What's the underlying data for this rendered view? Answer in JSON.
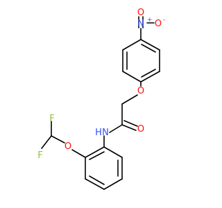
{
  "molecule": {
    "atoms": {
      "nitro_n": {
        "symbol": "N",
        "charge": "+",
        "color": "#3050F8"
      },
      "nitro_o_top": {
        "symbol": "O",
        "color": "#FF0D0D"
      },
      "nitro_o_right": {
        "symbol": "O",
        "charge": "-",
        "color": "#FF0D0D"
      },
      "ether_o": {
        "symbol": "O",
        "color": "#FF0D0D"
      },
      "carbonyl_o": {
        "symbol": "O",
        "color": "#FF0D0D"
      },
      "amide_n": {
        "symbol": "N",
        "hydrogen": "H",
        "color": "#3050F8"
      },
      "aryl_o": {
        "symbol": "O",
        "color": "#FF0D0D"
      },
      "fluorine_1": {
        "symbol": "F",
        "color": "#90C040"
      },
      "fluorine_2": {
        "symbol": "F",
        "color": "#90C040"
      }
    }
  }
}
